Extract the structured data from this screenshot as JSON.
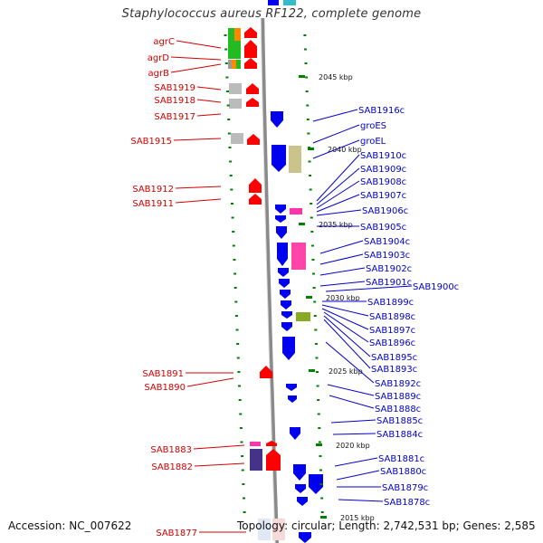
{
  "title": "Staphylococcus aureus RF122, complete genome",
  "footer": {
    "accession": "Accession: NC_007622",
    "topology": "Topology: circular; Length: 2,742,531 bp; Genes: 2,585"
  },
  "colors": {
    "forward_label": "#d40000",
    "reverse_label": "#0000cc",
    "forward_gene": "#ff0000",
    "reverse_gene": "#0000ee",
    "tick": "#008000",
    "backbone": "#999999"
  },
  "ticks": [
    "2045 kbp",
    "2040 kbp",
    "2035 kbp",
    "2030 kbp",
    "2025 kbp",
    "2020 kbp",
    "2015 kbp"
  ],
  "left_labels": [
    "agrC",
    "agrD",
    "agrB",
    "SAB1919",
    "SAB1918",
    "SAB1917",
    "SAB1915",
    "SAB1912",
    "SAB1911",
    "SAB1891",
    "SAB1890",
    "SAB1883",
    "SAB1882",
    "SAB1877"
  ],
  "right_labels": [
    "SAB1916c",
    "groES",
    "groEL",
    "SAB1910c",
    "SAB1909c",
    "SAB1908c",
    "SAB1907c",
    "SAB1906c",
    "SAB1905c",
    "SAB1904c",
    "SAB1903c",
    "SAB1902c",
    "SAB1901c",
    "SAB1900c",
    "SAB1899c",
    "SAB1898c",
    "SAB1897c",
    "SAB1896c",
    "SAB1895c",
    "SAB1893c",
    "SAB1892c",
    "SAB1889c",
    "SAB1888c",
    "SAB1885c",
    "SAB1884c",
    "SAB1881c",
    "SAB1880c",
    "SAB1879c",
    "SAB1878c"
  ]
}
